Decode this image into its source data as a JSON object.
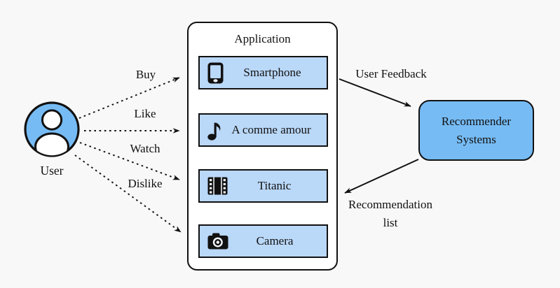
{
  "user": {
    "icon": "user-icon",
    "label": "User"
  },
  "actions": [
    {
      "label": "Buy"
    },
    {
      "label": "Like"
    },
    {
      "label": "Watch"
    },
    {
      "label": "Dislike"
    }
  ],
  "application": {
    "title": "Application",
    "items": [
      {
        "icon": "tablet-icon",
        "label": "Smartphone"
      },
      {
        "icon": "music-note-icon",
        "label": "A comme amour"
      },
      {
        "icon": "film-icon",
        "label": "Titanic"
      },
      {
        "icon": "camera-icon",
        "label": "Camera"
      }
    ]
  },
  "recommender": {
    "line1": "Recommender",
    "line2": "Systems"
  },
  "edges": {
    "feedback": "User Feedback",
    "recommendation_line1": "Recommendation",
    "recommendation_line2": "list"
  },
  "colors": {
    "background": "#f8f8f8",
    "card_fill": "#bad8f8",
    "node_fill": "#76bbf4",
    "stroke": "#111111"
  }
}
